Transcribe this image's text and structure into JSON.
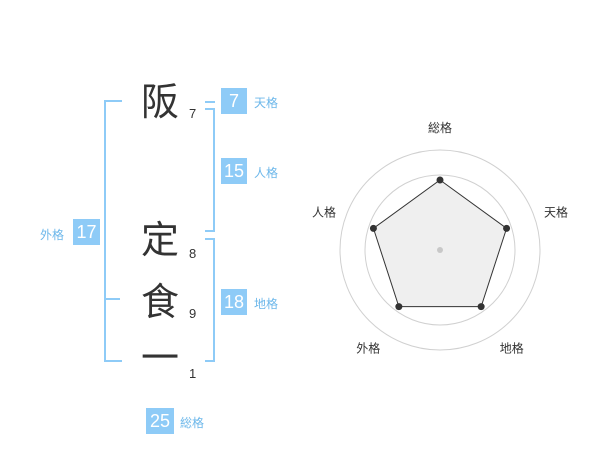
{
  "name": {
    "chars": [
      {
        "char": "阪",
        "strokes": "7"
      },
      {
        "char": "定",
        "strokes": "8"
      },
      {
        "char": "食",
        "strokes": "9"
      },
      {
        "char": "一",
        "strokes": "1"
      }
    ]
  },
  "kakusu": {
    "tenkaku": {
      "value": "7",
      "label": "天格"
    },
    "jinkaku": {
      "value": "15",
      "label": "人格"
    },
    "chikaku": {
      "value": "18",
      "label": "地格"
    },
    "gaikaku": {
      "value": "17",
      "label": "外格"
    },
    "soukaku": {
      "value": "25",
      "label": "総格"
    }
  },
  "chart_data": {
    "type": "radar",
    "axes": [
      "総格",
      "天格",
      "地格",
      "外格",
      "人格"
    ],
    "values": [
      3.5,
      3.5,
      3.5,
      3.5,
      3.5
    ],
    "range": [
      0,
      5
    ],
    "rings": 4,
    "grid": true
  },
  "colors": {
    "accent": "#8ecbf7",
    "label": "#6cb7ea",
    "text": "#333333",
    "ring": "#d0d0d0",
    "fill": "#efefef"
  }
}
